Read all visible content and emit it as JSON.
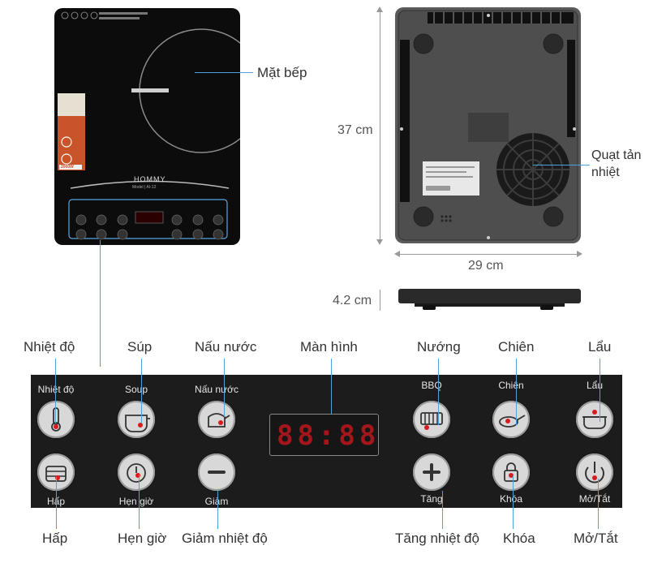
{
  "product": {
    "brand": "HOMMY",
    "model": "Model | AI-12",
    "power_badge": "2000W"
  },
  "callouts": {
    "surface": "Mặt bếp",
    "fan": "Quạt tản nhiệt"
  },
  "dimensions": {
    "height": "37 cm",
    "width": "29 cm",
    "thickness": "4.2 cm"
  },
  "panel": {
    "display_value": "88:88",
    "top_buttons": [
      {
        "caption": "Nhiệt độ",
        "label": "Nhiệt độ",
        "icon": "thermometer-icon"
      },
      {
        "caption": "Soup",
        "label": "Súp",
        "icon": "soup-pot-icon"
      },
      {
        "caption": "Nấu nước",
        "label": "Nấu nước",
        "icon": "kettle-icon"
      },
      {
        "caption": "BBQ",
        "label": "Nướng",
        "icon": "grill-icon"
      },
      {
        "caption": "Chiên",
        "label": "Chiên",
        "icon": "frying-pan-icon"
      },
      {
        "caption": "Lẩu",
        "label": "Lẩu",
        "icon": "hotpot-icon"
      }
    ],
    "bottom_buttons": [
      {
        "caption": "Hấp",
        "label": "Hấp",
        "icon": "steamer-icon"
      },
      {
        "caption": "Hẹn giờ",
        "label": "Hẹn giờ",
        "icon": "timer-icon"
      },
      {
        "caption": "Giảm",
        "label": "Giảm nhiệt độ",
        "icon": "minus-icon"
      },
      {
        "caption": "Tăng",
        "label": "Tăng nhiệt độ",
        "icon": "plus-icon"
      },
      {
        "caption": "Khóa",
        "label": "Khóa",
        "icon": "lock-icon"
      },
      {
        "caption": "Mở/Tắt",
        "label": "Mở/Tắt",
        "icon": "power-icon"
      }
    ],
    "display_label": "Màn hình"
  },
  "colors": {
    "leader_line": "#4aa3df",
    "panel_bg": "#1c1c1c",
    "led_red": "#d61c1c"
  }
}
